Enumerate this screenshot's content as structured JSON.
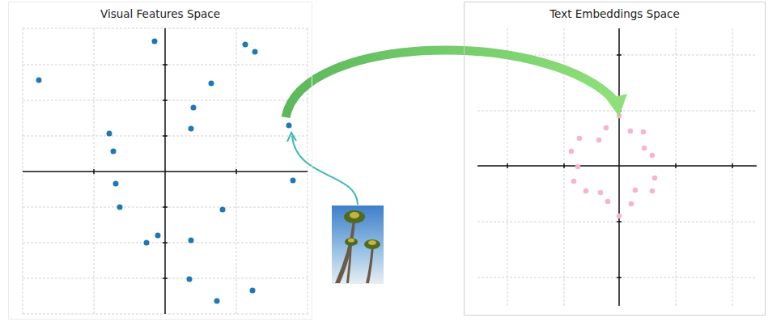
{
  "diagram": {
    "nodes": [
      {
        "text": [
          "Visual Features Space"
        ]
      },
      {
        "text": [
          "Text Embeddings Space"
        ]
      }
    ],
    "edges": [
      {
        "from": 0,
        "to": 1,
        "arrow": "to"
      }
    ]
  }
}
